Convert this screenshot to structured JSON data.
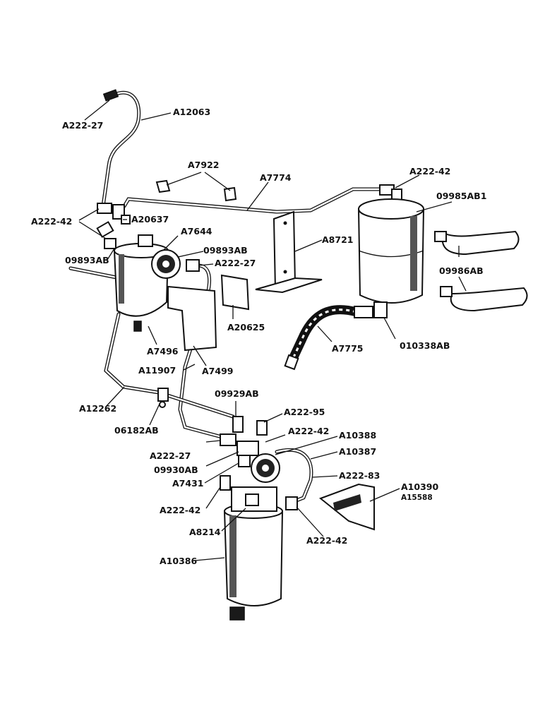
{
  "labels": {
    "a12063": "A12063",
    "a222_27_top": "A222-27",
    "a7922": "A7922",
    "a7774": "A7774",
    "a222_42_tr": "A222-42",
    "d09985ab1": "09985AB1",
    "a222_42_left": "A222-42",
    "a20637": "A20637",
    "a7644": "A7644",
    "a8721": "A8721",
    "d09893ab_l": "09893AB",
    "d09893ab_r": "09893AB",
    "a222_27_mid": "A222-27",
    "d09986ab": "09986AB",
    "a20625": "A20625",
    "a7496": "A7496",
    "a7775": "A7775",
    "d010338ab": "010338AB",
    "a11907": "A11907",
    "a7499": "A7499",
    "a12262": "A12262",
    "d09929ab": "09929AB",
    "d06182ab": "06182AB",
    "a222_95": "A222-95",
    "a222_42_c": "A222-42",
    "a10388": "A10388",
    "a222_27_low": "A222-27",
    "a10387": "A10387",
    "d09930ab": "09930AB",
    "a222_83": "A222-83",
    "a7431": "A7431",
    "a10390": "A10390",
    "a15588": "A15588",
    "a222_42_low": "A222-42",
    "a8214": "A8214",
    "a222_42_br": "A222-42",
    "a10386": "A10386"
  }
}
